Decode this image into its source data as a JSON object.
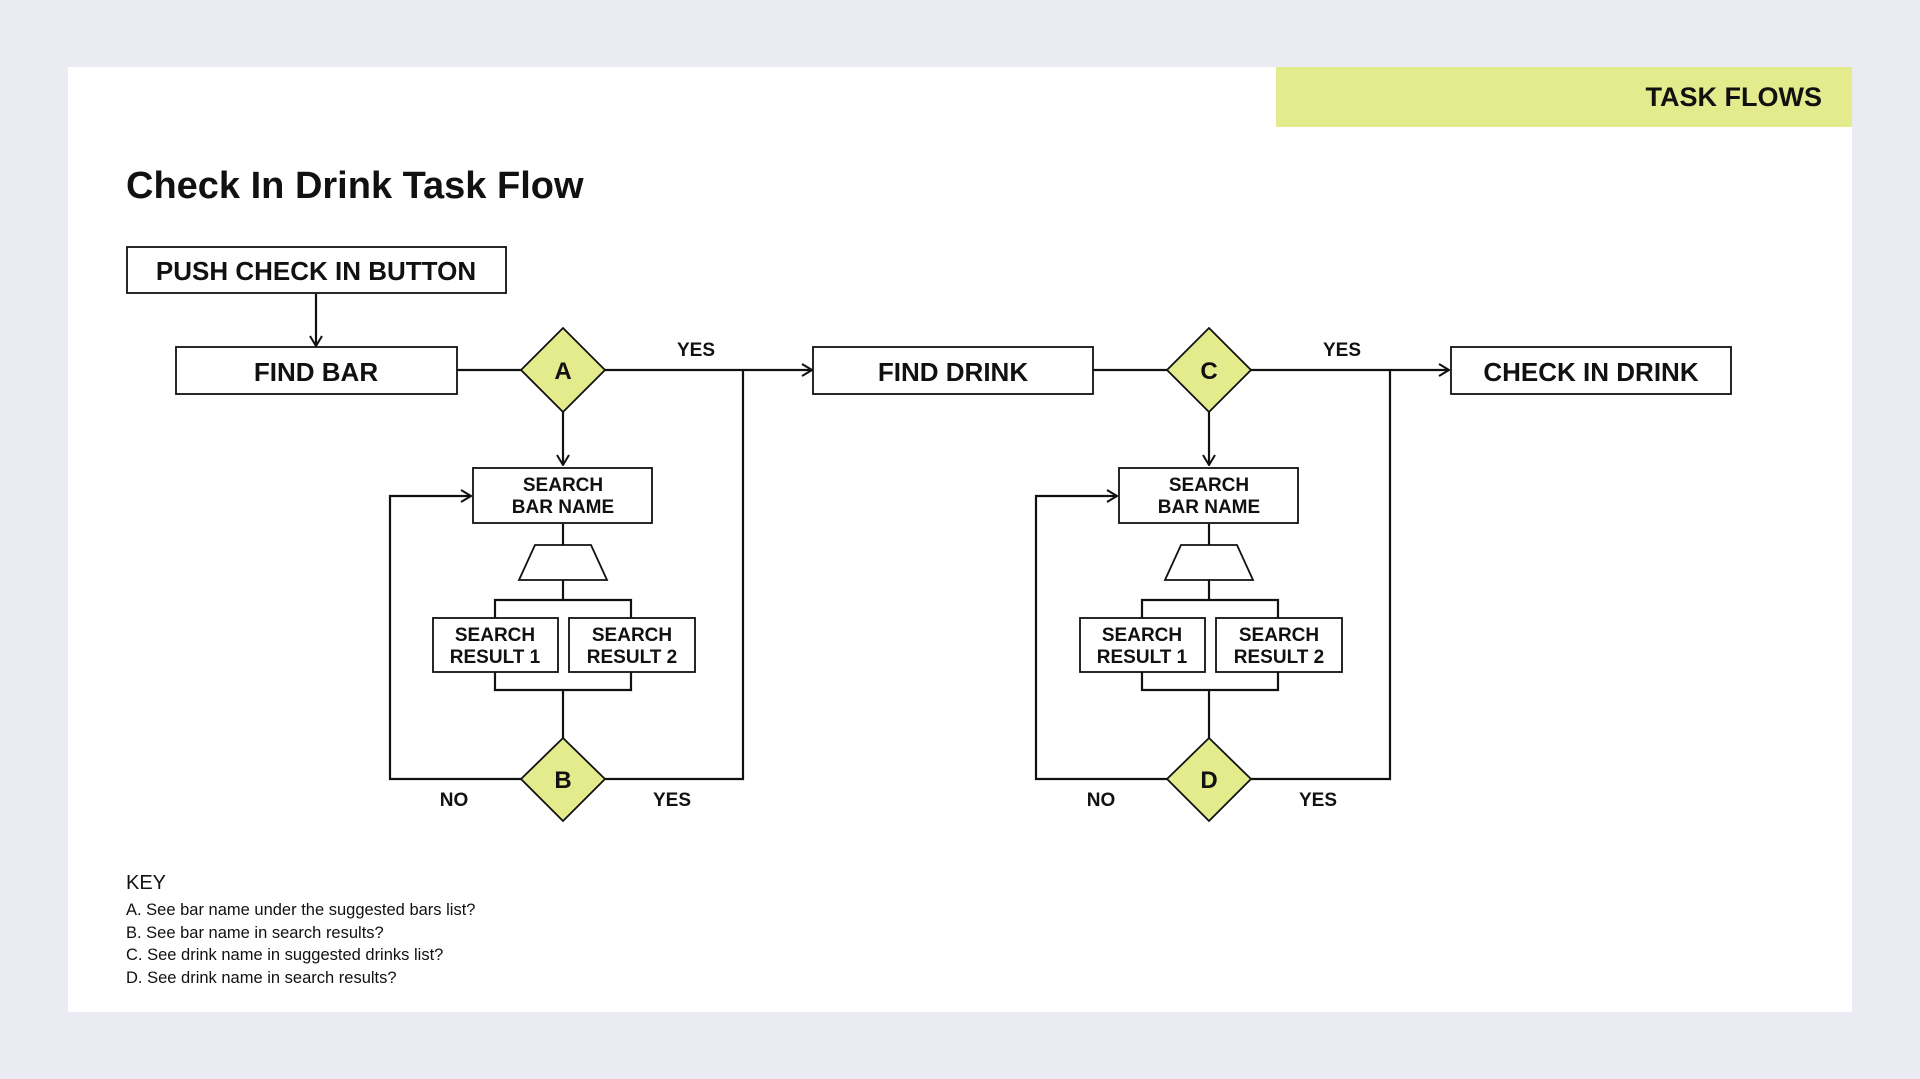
{
  "header": {
    "tag": "TASK FLOWS",
    "title": "Check In Drink Task Flow"
  },
  "colors": {
    "background": "#ebebf3",
    "card": "#ffffff",
    "accent": "#e4eb8c",
    "stroke": "#111111"
  },
  "flow": {
    "start": "PUSH CHECK IN BUTTON",
    "find_bar": "FIND BAR",
    "find_drink": "FIND DRINK",
    "check_in_drink": "CHECK IN DRINK",
    "decisions": {
      "a": "A",
      "b": "B",
      "c": "C",
      "d": "D"
    },
    "yes": "YES",
    "no": "NO",
    "branch_bar": {
      "search_line1": "SEARCH",
      "search_line2": "BAR NAME",
      "result1_line1": "SEARCH",
      "result1_line2": "RESULT 1",
      "result2_line1": "SEARCH",
      "result2_line2": "RESULT 2"
    },
    "branch_drink": {
      "search_line1": "SEARCH",
      "search_line2": "BAR NAME",
      "result1_line1": "SEARCH",
      "result1_line2": "RESULT 1",
      "result2_line1": "SEARCH",
      "result2_line2": "RESULT 2"
    }
  },
  "key": {
    "title": "KEY",
    "items": [
      "A. See bar name under the suggested bars list?",
      "B. See bar name in search results?",
      "C. See drink name in suggested drinks list?",
      "D. See drink name in search results?"
    ]
  }
}
